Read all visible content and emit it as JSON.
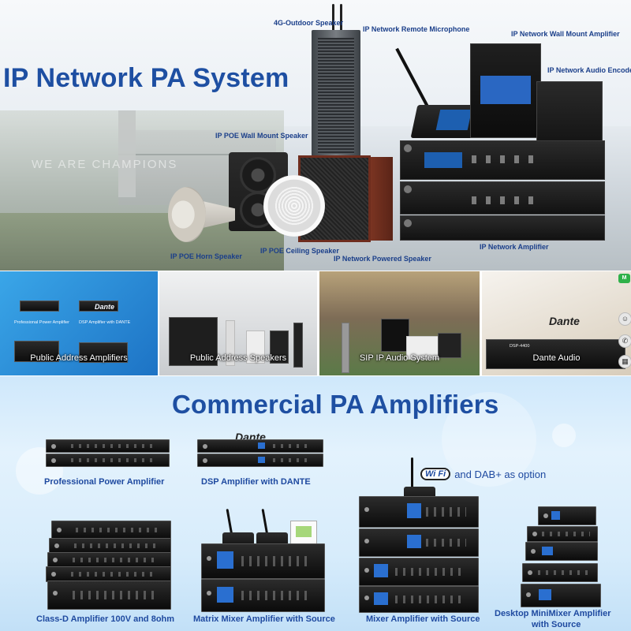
{
  "hero": {
    "title": "IP Network PA System",
    "backdrop_text": "WE ARE CHAMPIONS",
    "products": {
      "outdoor_speaker": "4G-Outdoor Speaker",
      "remote_mic": "IP Network Remote Microphone",
      "wall_amp": "IP Network Wall Mount Amplifier",
      "audio_encoder": "IP Network Audio Encoder",
      "poe_wall_speaker": "IP POE Wall Mount Speaker",
      "poe_horn_speaker": "IP POE Horn Speaker",
      "poe_ceiling_speaker": "IP POE Ceiling Speaker",
      "powered_speaker": "IP Network Powered Speaker",
      "network_amplifier": "IP Network Amplifier"
    }
  },
  "categories": [
    {
      "label": "Public Address Amplifiers",
      "sub1": "Professional Power Amplifier",
      "sub2": "DSP Amplifier with DANTE",
      "brand": "Dante"
    },
    {
      "label": "Public Address Speakers"
    },
    {
      "label": "SIP IP Audio System"
    },
    {
      "label": "Dante Audio",
      "brand": "Dante",
      "model": "DSP-4400"
    }
  ],
  "side_icons": {
    "badge": "M",
    "support": "☺",
    "phone": "✆",
    "qr": "▦"
  },
  "amplifiers": {
    "title": "Commercial PA Amplifiers",
    "dante_brand": "Dante",
    "option_badge": "Wi Fi",
    "option_text": "and  DAB+ as option",
    "items": {
      "professional_power": "Professional Power Amplifier",
      "dsp_dante": "DSP Amplifier  with DANTE",
      "class_d": "Class-D Amplifier 100V and 8ohm",
      "matrix_mixer": "Matrix Mixer Amplifier with Source",
      "mixer": "Mixer Amplifier with Source",
      "desktop_line1": "Desktop MiniMixer Amplifier",
      "desktop_line2": "with Source"
    }
  }
}
